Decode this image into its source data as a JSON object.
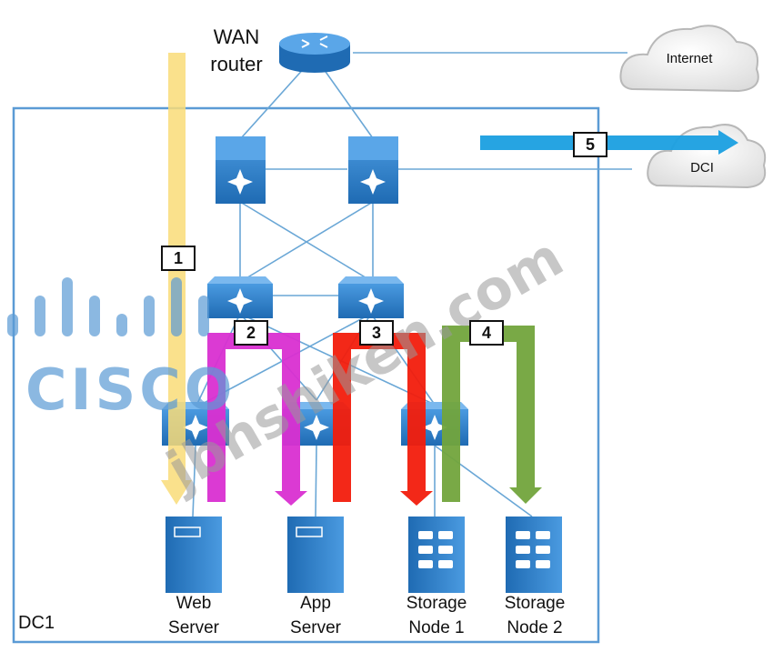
{
  "wan_router": {
    "label_line1": "WAN",
    "label_line2": "router"
  },
  "clouds": {
    "internet": "Internet",
    "dci": "DCI"
  },
  "datacenter": {
    "label": "DC1"
  },
  "servers": [
    {
      "line1": "Web",
      "line2": "Server"
    },
    {
      "line1": "App",
      "line2": "Server"
    },
    {
      "line1": "Storage",
      "line2": "Node 1"
    },
    {
      "line1": "Storage",
      "line2": "Node 2"
    }
  ],
  "flows": [
    {
      "id": "1",
      "color": "#f9dc78"
    },
    {
      "id": "2",
      "color": "#d92fd1"
    },
    {
      "id": "3",
      "color": "#f21c0c"
    },
    {
      "id": "4",
      "color": "#72a43c"
    },
    {
      "id": "5",
      "color": "#1a9fe0"
    }
  ],
  "watermark": {
    "logo": "CISCO",
    "site": "jbhshiken.com"
  },
  "colors": {
    "device_blue": "#2f7dc6",
    "link_blue": "#6aa7d6",
    "box_border": "#5b9bd5"
  }
}
